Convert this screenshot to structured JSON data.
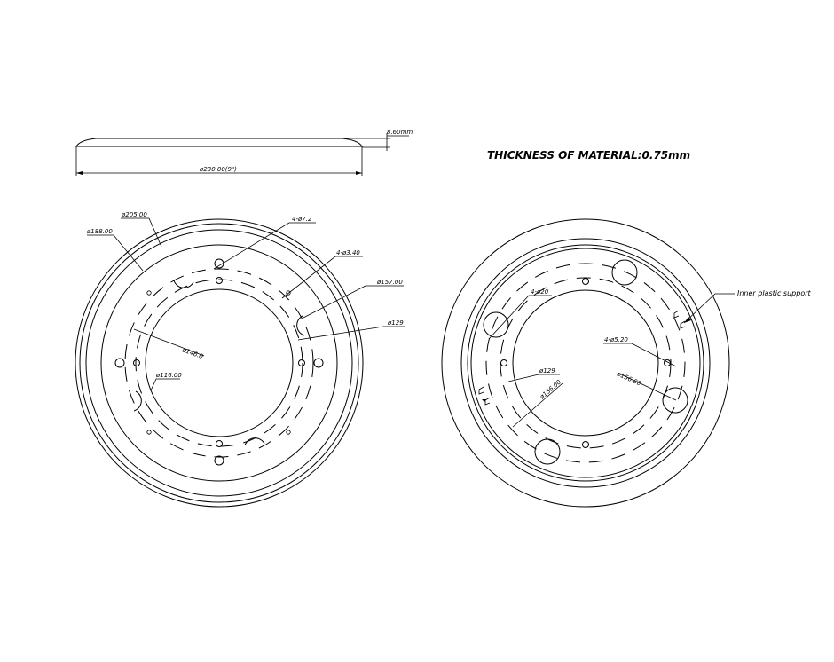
{
  "title": "THICKNESS OF MATERIAL:0.75mm",
  "side_view": {
    "height_label": "8.60mm",
    "width_label": "ø230.00(9\")"
  },
  "left_view": {
    "d205": "ø205.00",
    "d188": "ø188.00",
    "holes_72": "4-ø7.2",
    "holes_34": "4-ø3.40",
    "d157": "ø157.00",
    "d129": "ø129",
    "d146": "ø146.0",
    "d116": "ø116.00"
  },
  "right_view": {
    "holes_20": "4-ø20",
    "inner_support": "Inner plastic support",
    "holes_52": "4-ø5.20",
    "d129": "ø129",
    "d156a": "ø156.00",
    "d156b": "ø156.00"
  }
}
